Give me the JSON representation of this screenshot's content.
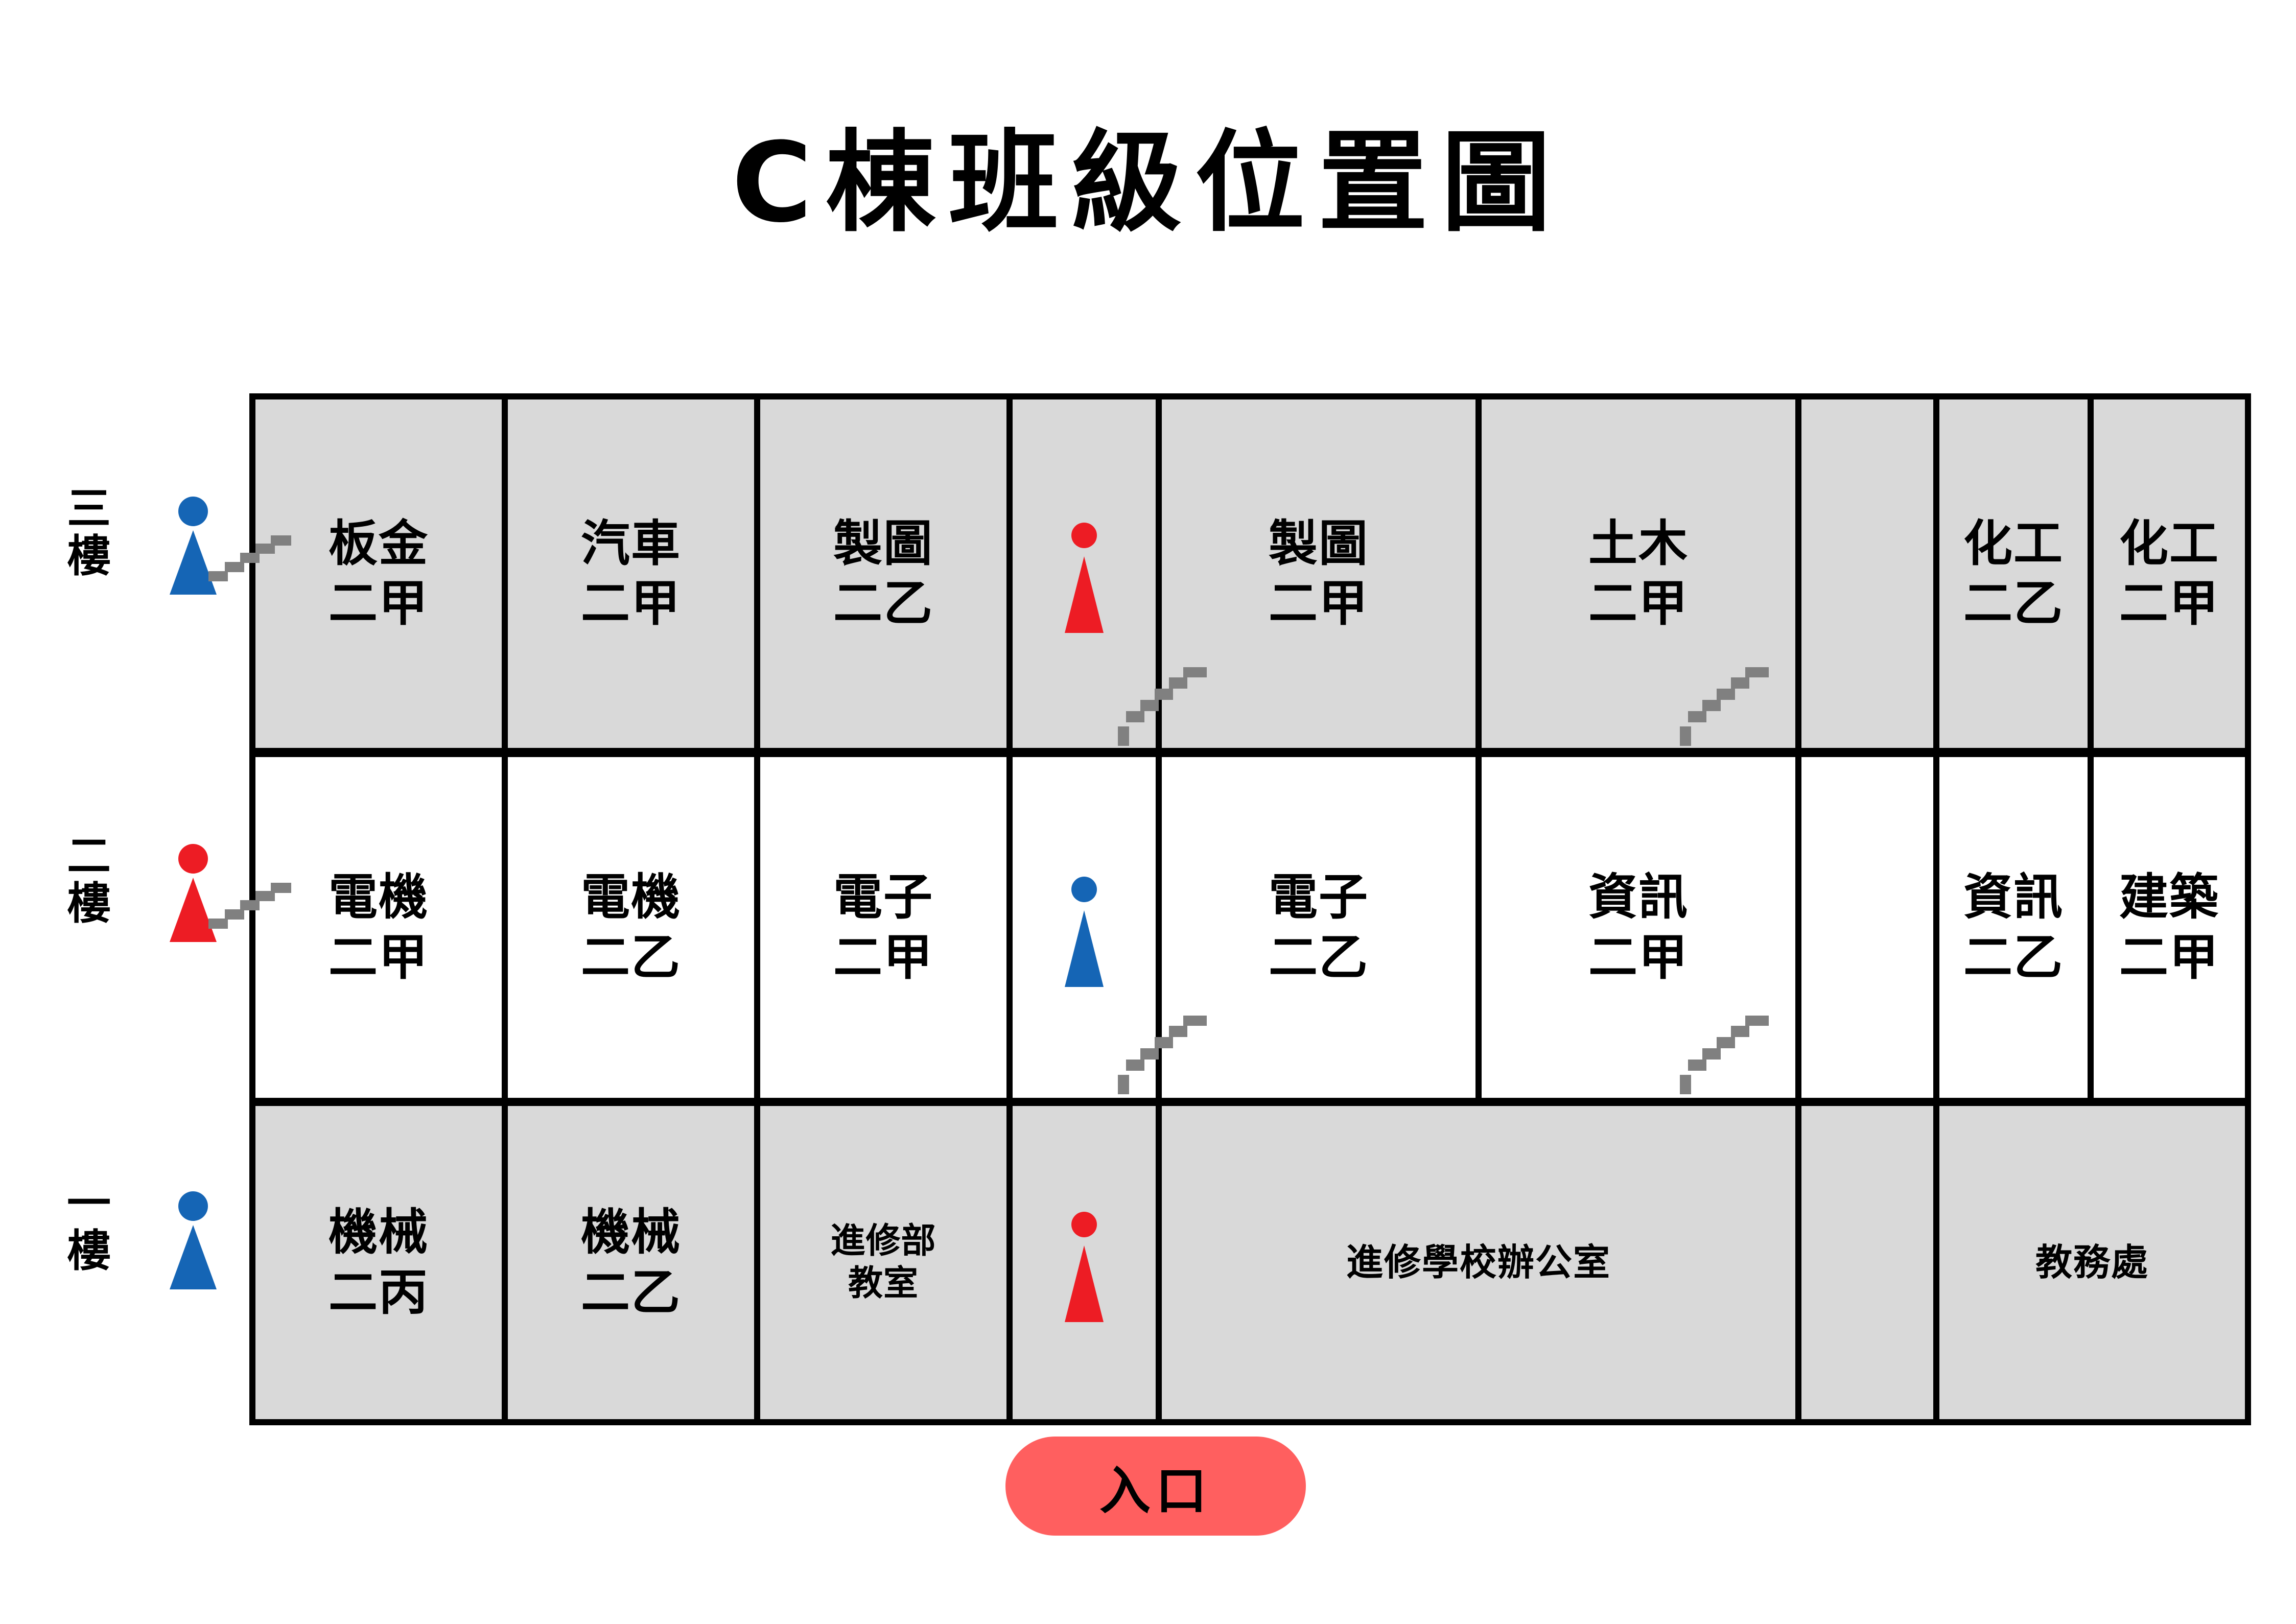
{
  "page": {
    "title": "C棟班級位置圖",
    "background_color": "#ffffff"
  },
  "colors": {
    "male_figure": "#1565B5",
    "female_figure": "#ED1C24",
    "stairs": "#808080",
    "entrance_pill": "#FF5F5F",
    "cell_gray": "#d9d9d9",
    "cell_white": "#ffffff",
    "grid_line": "#000000"
  },
  "floors": [
    {
      "label_top": "三",
      "label_bottom": "樓",
      "restroom_icon": "male-figure-icon",
      "restroom_color": "#1565B5"
    },
    {
      "label_top": "二",
      "label_bottom": "樓",
      "restroom_icon": "female-figure-icon",
      "restroom_color": "#ED1C24"
    },
    {
      "label_top": "一",
      "label_bottom": "樓",
      "restroom_icon": "male-figure-icon",
      "restroom_color": "#1565B5"
    }
  ],
  "grid": {
    "rows": [
      {
        "floor": "三樓",
        "background": "#d9d9d9",
        "cells": [
          {
            "type": "room",
            "line1": "板金",
            "line2": "二甲",
            "stairs": true
          },
          {
            "type": "room",
            "line1": "汽車",
            "line2": "二甲"
          },
          {
            "type": "room",
            "line1": "製圖",
            "line2": "二乙"
          },
          {
            "type": "restroom",
            "icon": "female-figure-icon",
            "color": "#ED1C24"
          },
          {
            "type": "room",
            "line1": "製圖",
            "line2": "二甲",
            "stairs": true
          },
          {
            "type": "room",
            "line1": "土木",
            "line2": "二甲"
          },
          {
            "type": "empty",
            "stairs": true
          },
          {
            "type": "room",
            "line1": "化工",
            "line2": "二乙"
          },
          {
            "type": "room",
            "line1": "化工",
            "line2": "二甲"
          }
        ]
      },
      {
        "floor": "二樓",
        "background": "#ffffff",
        "cells": [
          {
            "type": "room",
            "line1": "電機",
            "line2": "二甲",
            "stairs": true
          },
          {
            "type": "room",
            "line1": "電機",
            "line2": "二乙"
          },
          {
            "type": "room",
            "line1": "電子",
            "line2": "二甲"
          },
          {
            "type": "restroom",
            "icon": "male-figure-icon",
            "color": "#1565B5"
          },
          {
            "type": "room",
            "line1": "電子",
            "line2": "二乙",
            "stairs": true
          },
          {
            "type": "room",
            "line1": "資訊",
            "line2": "二甲"
          },
          {
            "type": "empty",
            "stairs": true
          },
          {
            "type": "room",
            "line1": "資訊",
            "line2": "二乙"
          },
          {
            "type": "room",
            "line1": "建築",
            "line2": "二甲"
          }
        ]
      },
      {
        "floor": "一樓",
        "background": "#d9d9d9",
        "cells": [
          {
            "type": "room",
            "line1": "機械",
            "line2": "二丙"
          },
          {
            "type": "room",
            "line1": "機械",
            "line2": "二乙"
          },
          {
            "type": "room",
            "line1": "進修部",
            "line2": "教室",
            "small": true
          },
          {
            "type": "restroom",
            "icon": "female-figure-icon",
            "color": "#ED1C24"
          },
          {
            "type": "room",
            "line1": "進修學校辦公室",
            "line2": "",
            "span": 2,
            "wide": true
          },
          {
            "type": "empty"
          },
          {
            "type": "room",
            "line1": "教務處",
            "line2": "",
            "span": 2,
            "wide": true
          }
        ]
      }
    ]
  },
  "entrance": {
    "label": "入口"
  }
}
